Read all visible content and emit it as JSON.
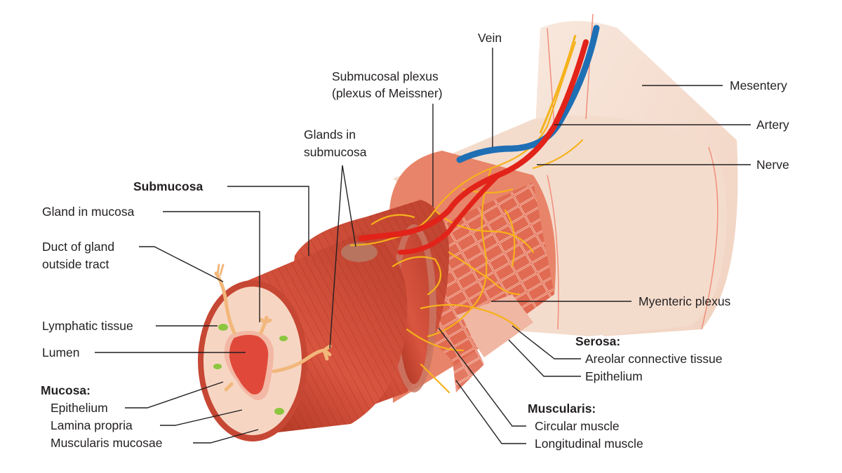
{
  "labels": {
    "vein": "Vein",
    "submucosal_plexus_1": "Submucosal plexus",
    "submucosal_plexus_2": "(plexus of Meissner)",
    "glands_submucosa_1": "Glands in",
    "glands_submucosa_2": "submucosa",
    "submucosa": "Submucosa",
    "gland_in_mucosa": "Gland in mucosa",
    "duct_1": "Duct of gland",
    "duct_2": "outside tract",
    "lymphatic_tissue": "Lymphatic tissue",
    "lumen": "Lumen",
    "mucosa": "Mucosa:",
    "epithelium_mucosa": "Epithelium",
    "lamina_propria": "Lamina propria",
    "muscularis_mucosae": "Muscularis mucosae",
    "mesentery": "Mesentery",
    "artery": "Artery",
    "nerve": "Nerve",
    "myenteric_plexus": "Myenteric plexus",
    "serosa": "Serosa:",
    "areolar": "Areolar connective tissue",
    "epithelium_serosa": "Epithelium",
    "muscularis": "Muscularis:",
    "circular_muscle": "Circular muscle",
    "longitudinal_muscle": "Longitudinal muscle"
  },
  "colors": {
    "muscle": "#d9533f",
    "muscle_dark": "#b53a2b",
    "serosa": "#f3d8c6",
    "mucosa_ring": "#f6cdb8",
    "lumen": "#e0493a",
    "artery": "#e2231a",
    "vein": "#1f6fb5",
    "nerve": "#f5b21b",
    "lymph": "#8cc63f"
  }
}
